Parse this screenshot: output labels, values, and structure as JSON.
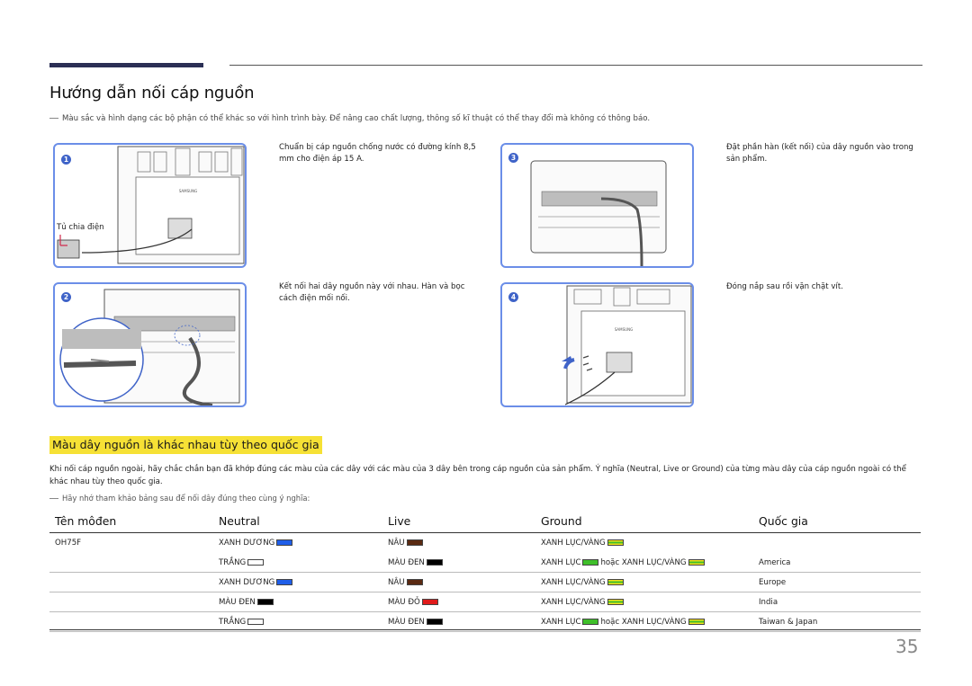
{
  "title": "Hướng dẫn nối cáp nguồn",
  "note": "Màu sắc và hình dạng các bộ phận có thể khác so với hình trình bày. Để nâng cao chất lượng, thông số kĩ thuật có thể thay đổi mà không có thông báo.",
  "steps": [
    {
      "num": "1",
      "text": "Chuẩn bị cáp nguồn chống nước có đường kính 8,5 mm cho điện áp 15 A.",
      "label": "Tủ chia điện",
      "brand": "SAMSUNG"
    },
    {
      "num": "2",
      "text": "Kết nối hai dây nguồn này với nhau. Hàn và bọc cách điện mối nối."
    },
    {
      "num": "3",
      "text": "Đặt phần hàn (kết nối) của dây nguồn vào trong sản phẩm."
    },
    {
      "num": "4",
      "text": "Đóng nắp sau rồi vặn chặt vít.",
      "brand": "SAMSUNG"
    }
  ],
  "section_heading": "Màu dây nguồn là khác nhau tùy theo quốc gia",
  "paragraph": "Khi nối cáp nguồn ngoài, hãy chắc chắn bạn đã khớp đúng các màu của các dây với các màu của 3 dây bên trong cáp nguồn của sản phẩm. Ý nghĩa (Neutral, Live or Ground) của từng màu dây của cáp nguồn ngoài có thể khác nhau tùy theo quốc gia.",
  "note2": "Hãy nhớ tham khảo bảng sau để nối dây đúng theo cùng ý nghĩa:",
  "table": {
    "headers": [
      "Tên môđen",
      "Neutral",
      "Live",
      "Ground",
      "Quốc gia"
    ],
    "rows": [
      {
        "model": "OH75F",
        "neutral": "XANH DƯƠNG",
        "neutral_color": "#1f5ee8",
        "live": "NÂU",
        "live_color": "#5a2a12",
        "ground": "XANH LỤC/VÀNG",
        "ground_alt": "",
        "country": ""
      },
      {
        "model": "",
        "neutral": "TRẮNG",
        "neutral_color": "#ffffff",
        "live": "MÀU ĐEN",
        "live_color": "#000000",
        "ground": "XANH LỤC",
        "ground_alt": "hoặc XANH LỤC/VÀNG",
        "country": "America"
      },
      {
        "model": "",
        "neutral": "XANH DƯƠNG",
        "neutral_color": "#1f5ee8",
        "live": "NÂU",
        "live_color": "#5a2a12",
        "ground": "XANH LỤC/VÀNG",
        "ground_alt": "",
        "country": "Europe"
      },
      {
        "model": "",
        "neutral": "MÀU ĐEN",
        "neutral_color": "#000000",
        "live": "MÀU ĐỎ",
        "live_color": "#e01b1b",
        "ground": "XANH LỤC/VÀNG",
        "ground_alt": "",
        "country": "India"
      },
      {
        "model": "",
        "neutral": "TRẮNG",
        "neutral_color": "#ffffff",
        "live": "MÀU ĐEN",
        "live_color": "#000000",
        "ground": "XANH LỤC",
        "ground_alt": "hoặc XANH LỤC/VÀNG",
        "country": "Taiwan & Japan"
      }
    ]
  },
  "page_number": "35"
}
